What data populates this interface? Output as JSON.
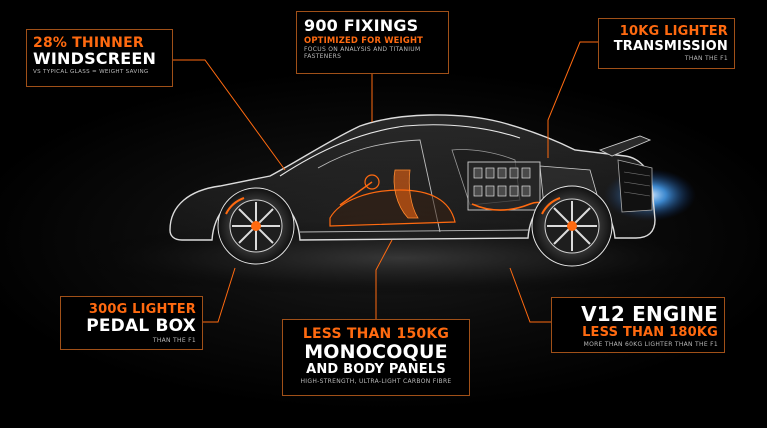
{
  "callouts": {
    "windscreen": {
      "line1": "28% THINNER",
      "line2": "WINDSCREEN",
      "detail": "VS TYPICAL GLASS = WEIGHT SAVING"
    },
    "fixings": {
      "line1": "900 FIXINGS",
      "line2": "OPTIMIZED FOR WEIGHT",
      "detail1": "FOCUS ON ANALYSIS AND TITANIUM",
      "detail2": "FASTENERS"
    },
    "transmission": {
      "line1": "10KG LIGHTER",
      "line2": "TRANSMISSION",
      "detail": "THAN THE F1"
    },
    "pedal": {
      "line1": "300G LIGHTER",
      "line2": "PEDAL BOX",
      "detail": "THAN THE F1"
    },
    "monocoque": {
      "line1": "LESS THAN 150KG",
      "line2": "MONOCOQUE",
      "line3": "AND BODY PANELS",
      "detail": "HIGH-STRENGTH, ULTRA-LIGHT CARBON FIBRE"
    },
    "v12": {
      "line1": "V12 ENGINE",
      "line2": "LESS THAN 180KG",
      "detail": "MORE THAN 60KG LIGHTER THAN THE F1"
    }
  },
  "colors": {
    "accent": "#ff6a10",
    "text": "#ffffff",
    "background": "#000000",
    "exhaust_glow": "#4aa8ff"
  }
}
